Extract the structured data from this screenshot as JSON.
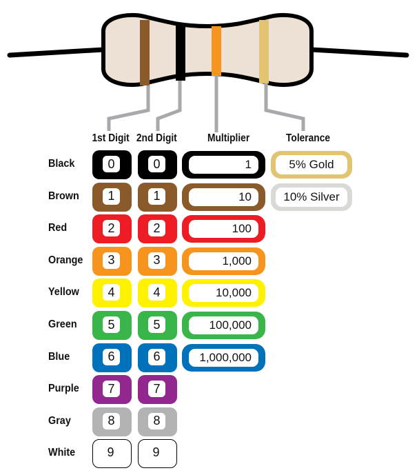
{
  "headers": {
    "first_digit": "1st Digit",
    "second_digit": "2nd Digit",
    "multiplier": "Multiplier",
    "tolerance": "Tolerance"
  },
  "resistor": {
    "body_color": "#ede0d4",
    "outline_color": "#000000",
    "band_colors": [
      "#8b5a2b",
      "#000000",
      "#f7941d",
      "#e2c36f"
    ],
    "lead_color": "#a7a9ac"
  },
  "rows": [
    {
      "name": "Black",
      "color": "#000000",
      "digit": "0",
      "multiplier": "1"
    },
    {
      "name": "Brown",
      "color": "#8b5a2b",
      "digit": "1",
      "multiplier": "10"
    },
    {
      "name": "Red",
      "color": "#ee1c24",
      "digit": "2",
      "multiplier": "100"
    },
    {
      "name": "Orange",
      "color": "#f7941d",
      "digit": "3",
      "multiplier": "1,000"
    },
    {
      "name": "Yellow",
      "color": "#fff200",
      "digit": "4",
      "multiplier": "10,000"
    },
    {
      "name": "Green",
      "color": "#39b54a",
      "digit": "5",
      "multiplier": "100,000"
    },
    {
      "name": "Blue",
      "color": "#0072bc",
      "digit": "6",
      "multiplier": "1,000,000"
    },
    {
      "name": "Purple",
      "color": "#92278f",
      "digit": "7"
    },
    {
      "name": "Gray",
      "color": "#b3b3b3",
      "digit": "8"
    },
    {
      "name": "White",
      "color": "#ffffff",
      "digit": "9"
    }
  ],
  "tolerance": [
    {
      "label": "5% Gold",
      "color": "#e2c36f"
    },
    {
      "label": "10% Silver",
      "color": "#d9d9d6"
    }
  ]
}
